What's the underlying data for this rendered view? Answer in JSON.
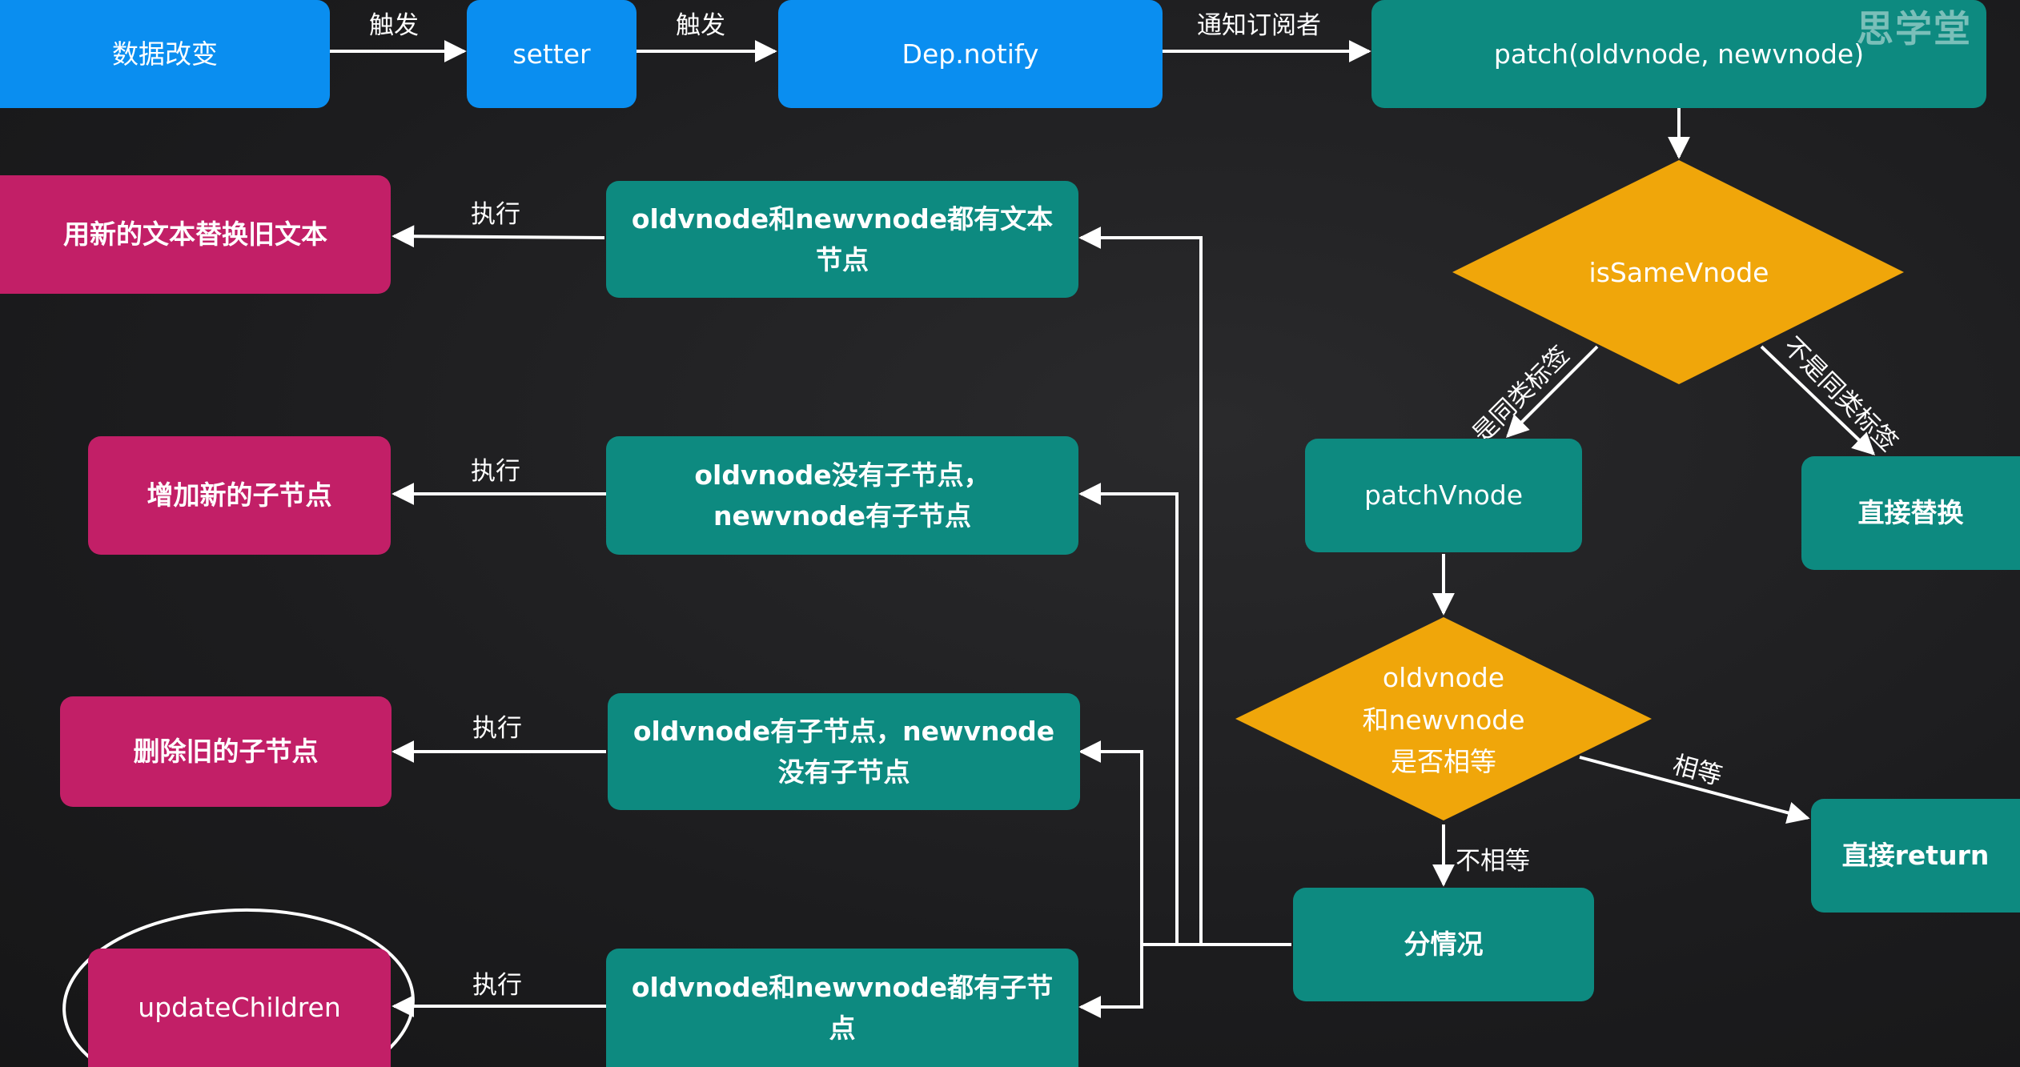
{
  "watermark": "思学堂",
  "top_row": {
    "data_change": "数据改变",
    "setter": "setter",
    "dep_notify": "Dep.notify",
    "patch": "patch(oldvnode, newvnode)",
    "edge_trigger_1": "触发",
    "edge_trigger_2": "触发",
    "edge_notify": "通知订阅者"
  },
  "decision_same": {
    "text": "isSameVnode",
    "yes_label": "是同类标签",
    "no_label": "不是同类标签"
  },
  "patch_vnode": "patchVnode",
  "replace_direct": "直接替换",
  "decision_equal": {
    "line1": "oldvnode",
    "line2": "和newvnode",
    "line3": "是否相等",
    "equal_label": "相等",
    "not_equal_label": "不相等"
  },
  "return_direct": "直接return",
  "cases": "分情况",
  "case_nodes": [
    {
      "condition": "oldvnode和newvnode都有文本节点",
      "exec_label": "执行",
      "action": "用新的文本替换旧文本"
    },
    {
      "condition": "oldvnode没有子节点，newvnode有子节点",
      "exec_label": "执行",
      "action": "增加新的子节点"
    },
    {
      "condition": "oldvnode有子节点，newvnode没有子节点",
      "exec_label": "执行",
      "action": "删除旧的子节点"
    },
    {
      "condition": "oldvnode和newvnode都有子节点",
      "exec_label": "执行",
      "action": "updateChildren"
    }
  ],
  "colors": {
    "blue": "#0a8ef0",
    "teal": "#0d8a80",
    "pink": "#c21f67",
    "yellow": "#f0a60a",
    "arrow": "#ffffff"
  }
}
